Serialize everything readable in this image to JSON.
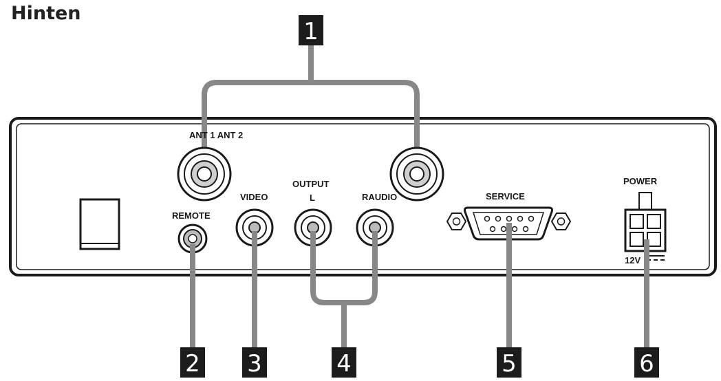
{
  "heading": "Hinten",
  "labels": {
    "ant": "ANT 1 ANT 2",
    "remote": "REMOTE",
    "video": "VIDEO",
    "output": "OUTPUT",
    "output_l": "L",
    "raudio": "RAUDIO",
    "service": "SERVICE",
    "power": "POWER",
    "volt": "12V"
  },
  "callouts": [
    "1",
    "2",
    "3",
    "4",
    "5",
    "6"
  ],
  "colors": {
    "ink": "#1a1a1a",
    "callout_bg": "#1c1c1c",
    "panel_fill": "#ffffff"
  }
}
